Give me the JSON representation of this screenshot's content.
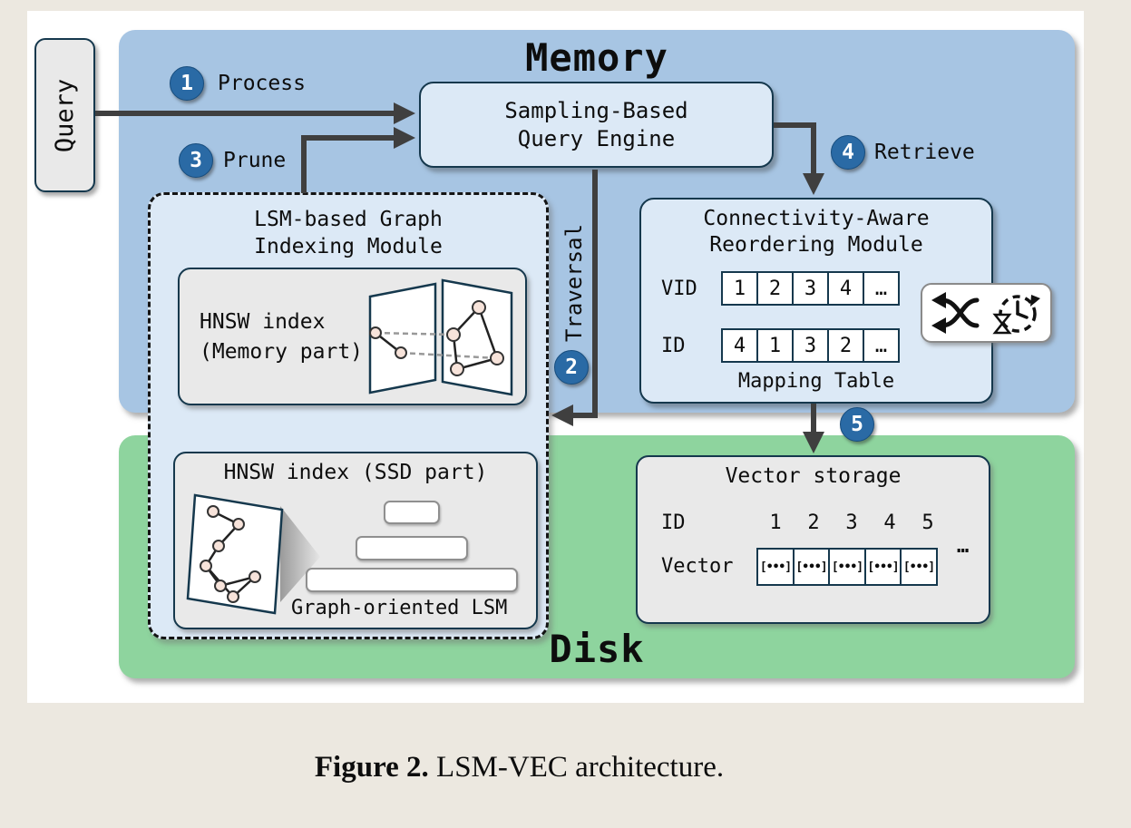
{
  "caption": {
    "label": "Figure 2.",
    "text": "LSM-VEC architecture."
  },
  "query": {
    "label": "Query"
  },
  "regions": {
    "memory": "Memory",
    "disk": "Disk"
  },
  "query_engine": {
    "line1": "Sampling-Based",
    "line2": "Query Engine"
  },
  "steps": [
    {
      "num": "1",
      "label": "Process"
    },
    {
      "num": "2",
      "label": "Traversal"
    },
    {
      "num": "3",
      "label": "Prune"
    },
    {
      "num": "4",
      "label": "Retrieve"
    },
    {
      "num": "5",
      "label": ""
    }
  ],
  "lsm_module": {
    "title1": "LSM-based Graph",
    "title2": "Indexing Module",
    "hnsw_memory": {
      "line1": "HNSW index",
      "line2": "(Memory part)"
    },
    "hnsw_ssd": {
      "title": "HNSW index (SSD part)",
      "caption": "Graph-oriented LSM"
    }
  },
  "reorder": {
    "title1": "Connectivity-Aware",
    "title2": "Reordering Module",
    "rows": [
      {
        "label": "VID",
        "cells": [
          "1",
          "2",
          "3",
          "4",
          "…"
        ]
      },
      {
        "label": "ID",
        "cells": [
          "4",
          "1",
          "3",
          "2",
          "…"
        ]
      }
    ],
    "caption": "Mapping Table"
  },
  "vector_storage": {
    "title": "Vector storage",
    "id_label": "ID",
    "ids": [
      "1",
      "2",
      "3",
      "4",
      "5"
    ],
    "ellipsis": "…",
    "vector_label": "Vector",
    "cells": [
      "[•••]",
      "[•••]",
      "[•••]",
      "[•••]",
      "[•••]"
    ]
  },
  "colors": {
    "page_bg": "#ece8e0",
    "panel_bg": "#ffffff",
    "memory_bg": "#a7c5e3",
    "disk_bg": "#8ed49e",
    "module_bg": "#dce9f6",
    "gray_box_bg": "#e9e9e9",
    "box_border": "#15384d",
    "step_circle": "#2a6aa5",
    "arrow": "#3f3f3f",
    "text": "#0d0d0d"
  }
}
